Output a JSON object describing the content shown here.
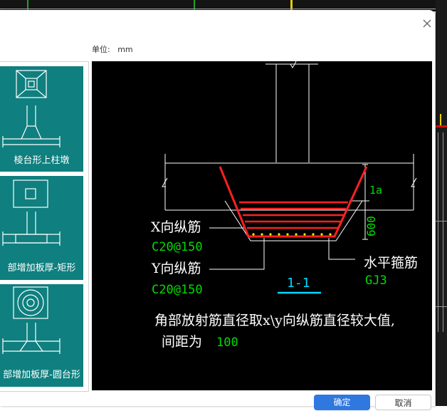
{
  "dialog": {
    "unit_label": "单位:",
    "unit_value": "mm",
    "ok_label": "确定",
    "cancel_label": "取消"
  },
  "thumbnails": [
    {
      "caption": "棱台形上柱墩",
      "icon": "frustum-column-pier-icon",
      "selected": true
    },
    {
      "caption": "部增加板厚-矩形",
      "icon": "rect-slab-thickening-icon",
      "selected": false
    },
    {
      "caption": "部增加板厚-圆台形",
      "icon": "round-frustum-slab-thickening-icon",
      "selected": false
    }
  ],
  "preview": {
    "x_bar_label": "X向纵筋",
    "x_bar_value": "C20@150",
    "y_bar_label": "Y向纵筋",
    "y_bar_value": "C20@150",
    "hoop_label": "水平箍筋",
    "hoop_value": "GJ3",
    "anchor_label": "1a",
    "depth_label": "600",
    "section_label": "1-1",
    "note_line1": "角部放射筋直径取x\\y向纵筋直径较大值,",
    "note_line2": "间距为",
    "spacing_value": "100"
  },
  "colors": {
    "accent": "#2f78e0",
    "thumb_bg": "#0f7f7f",
    "rebar_red": "#ff2020",
    "cad_green": "#00dd00",
    "cad_cyan": "#00d8ff",
    "cad_yellow": "#ffee00"
  }
}
